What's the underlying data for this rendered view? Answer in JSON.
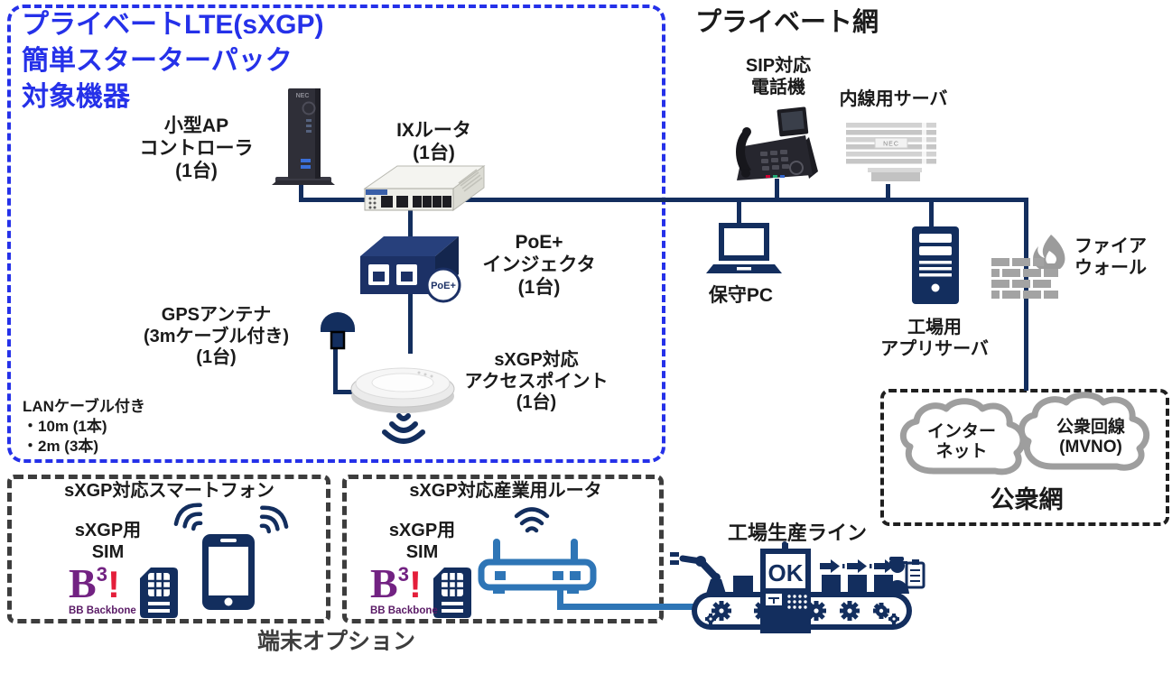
{
  "colors": {
    "accent_blue": "#2531e9",
    "navy": "#132e5e",
    "light_blue": "#2e75b6",
    "grey": "#a0a0a0",
    "dashed_dark": "#3d3d3d",
    "logo_purple": "#722282",
    "logo_red": "#e41e3a"
  },
  "starter_pack": {
    "title": "プライベートLTE(sXGP)\n簡単スターターパック\n対象機器",
    "ap_controller_label": "小型AP\nコントローラ\n(1台)",
    "ap_controller_brand": "NEC",
    "ix_router_label": "IXルータ\n(1台)",
    "poe_injector_label": "PoE+\nインジェクタ\n(1台)",
    "poe_badge": "PoE+",
    "gps_antenna_label": "GPSアンテナ\n(3mケーブル付き)\n(1台)",
    "access_point_label": "sXGP対応\nアクセスポイント\n(1台)",
    "lan_cable_note": "LANケーブル付き\n・10m (1本)\n・2m  (3本)"
  },
  "private_network": {
    "title": "プライベート網",
    "sip_phone_label": "SIP対応\n電話機",
    "pbx_server_label": "内線用サーバ",
    "pbx_server_brand": "NEC",
    "maintenance_pc_label": "保守PC",
    "app_server_label": "工場用\nアプリサーバ",
    "firewall_label": "ファイア\nウォール"
  },
  "public_network": {
    "title": "公衆網",
    "internet_cloud": "インター\nネット",
    "mvno_cloud": "公衆回線\n(MVNO)"
  },
  "terminal_options": {
    "caption": "端末オプション",
    "smartphone_box": {
      "title": "sXGP対応スマートフォン",
      "sim_label": "sXGP用\nSIM",
      "logo_b": "B",
      "logo_sup": "3",
      "logo_bang": "!",
      "logo_sub": "BB Backbone"
    },
    "router_box": {
      "title": "sXGP対応産業用ルータ",
      "sim_label": "sXGP用\nSIM",
      "logo_b": "B",
      "logo_sup": "3",
      "logo_bang": "!",
      "logo_sub": "BB Backbone"
    }
  },
  "factory": {
    "label": "工場生産ライン",
    "ok_text": "OK"
  }
}
